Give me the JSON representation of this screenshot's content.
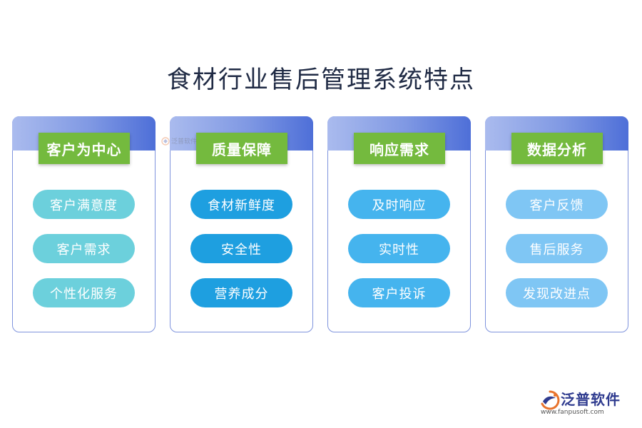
{
  "title": "食材行业售后管理系统特点",
  "cards": [
    {
      "header": "客户为中心",
      "items": [
        "客户满意度",
        "客户需求",
        "个性化服务"
      ]
    },
    {
      "header": "质量保障",
      "items": [
        "食材新鲜度",
        "安全性",
        "营养成分"
      ]
    },
    {
      "header": "响应需求",
      "items": [
        "及时响应",
        "实时性",
        "客户投诉"
      ]
    },
    {
      "header": "数据分析",
      "items": [
        "客户反馈",
        "售后服务",
        "发现改进点"
      ]
    }
  ],
  "watermark": {
    "text": "泛普软件",
    "icon": "fanpu-logo-icon"
  },
  "logo": {
    "name": "泛普软件",
    "url": "www.fanpusoft.com",
    "icon": "fanpu-logo-icon"
  },
  "colors": {
    "title": "#1f2a44",
    "card_border": "#7e93dd",
    "header_bg": "#74ba3e",
    "pill_col1": "#6cd0dc",
    "pill_col2": "#1e9fe0",
    "pill_col3": "#45b4ee",
    "pill_col4": "#7fc6f4",
    "logo_text": "#2f3b8f"
  }
}
